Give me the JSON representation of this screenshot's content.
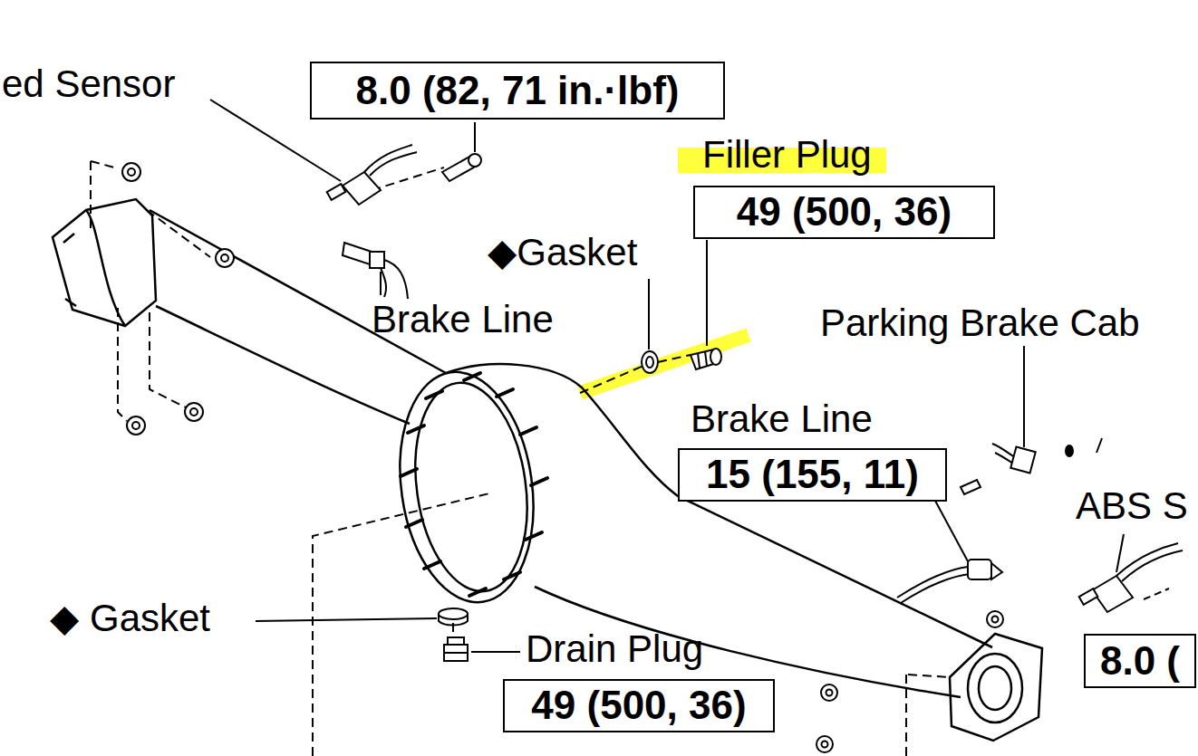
{
  "diagram": {
    "nodes": [
      {
        "text": [
          "8.0 (82, 71 in.·lbf)"
        ]
      },
      {
        "text": [
          "49 (500, 36)"
        ]
      },
      {
        "text": [
          "15 (155, 11)"
        ]
      },
      {
        "text": [
          "49 (500, 36)"
        ]
      },
      {
        "text": [
          "8.0 ("
        ]
      }
    ],
    "labels": [
      "ed Sensor",
      "Filler Plug",
      "◆Gasket",
      "Brake Line",
      "Parking Brake Cab",
      "Brake Line",
      "ABS S",
      "◆ Gasket",
      "Drain Plug"
    ]
  }
}
